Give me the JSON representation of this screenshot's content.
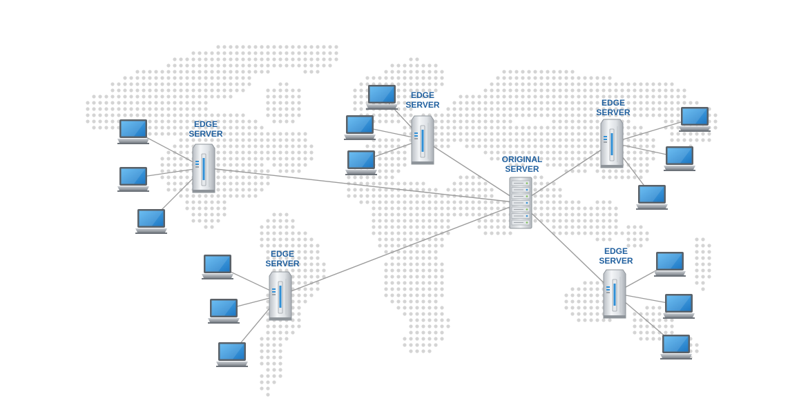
{
  "diagram": {
    "colors": {
      "map_dots": "#d4d4d4",
      "link_line": "#9a9a9a",
      "label_text": "#1f5f9e",
      "screen": "#2f8fd6",
      "laptop_body": "#8d9399"
    },
    "icons": {
      "edge_server": "server-tower-icon",
      "origin_server": "rack-server-icon",
      "client": "laptop-icon"
    },
    "origin": {
      "line1": "ORIGINAL",
      "line2": "SERVER"
    },
    "edges": [
      {
        "id": "edge-north-america",
        "line1": "EDGE",
        "line2": "SERVER",
        "clients": 3
      },
      {
        "id": "edge-europe",
        "line1": "EDGE",
        "line2": "SERVER",
        "clients": 3
      },
      {
        "id": "edge-east-asia",
        "line1": "EDGE",
        "line2": "SERVER",
        "clients": 3
      },
      {
        "id": "edge-south-america",
        "line1": "EDGE",
        "line2": "SERVER",
        "clients": 3
      },
      {
        "id": "edge-oceania",
        "line1": "EDGE",
        "line2": "SERVER",
        "clients": 3
      }
    ]
  }
}
